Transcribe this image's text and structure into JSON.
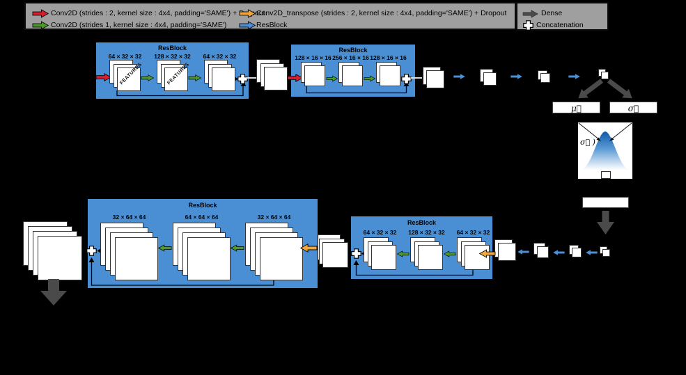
{
  "legend": {
    "items": [
      {
        "name": "conv2d-strided",
        "label": "Conv2D (strides : 2, kernel size : 4x4, padding='SAME') + Dropout"
      },
      {
        "name": "conv2d",
        "label": "Conv2D (strides 1, kernel size : 4x4, padding='SAME')"
      },
      {
        "name": "conv2d-transpose",
        "label": "Conv2D_transpose (strides : 2, kernel size : 4x4, padding='SAME') + Dropout"
      },
      {
        "name": "resblock",
        "label": "ResBlock"
      },
      {
        "name": "dense",
        "label": "Dense"
      },
      {
        "name": "concatenation",
        "label": "Concatenation"
      }
    ]
  },
  "encoder": {
    "resblock1": {
      "title": "ResBlock",
      "dims": [
        "64 × 32 × 32",
        "128 × 32 × 32",
        "64 × 32 × 32"
      ],
      "sheet_label": "FEATURES"
    },
    "resblock2": {
      "title": "ResBlock",
      "dims": [
        "128 × 16 × 16",
        "256 × 16 × 16",
        "128 × 16 × 16"
      ]
    }
  },
  "decoder": {
    "resblock_large": {
      "title": "ResBlock",
      "dims": [
        "32 × 64 × 64",
        "64 × 64 × 64",
        "32 × 64 × 64"
      ]
    },
    "resblock_small": {
      "title": "ResBlock",
      "dims": [
        "64 × 32 × 32",
        "128 × 32 × 32",
        "64 × 32 × 32"
      ]
    }
  },
  "latent": {
    "mu": "μ⃗",
    "sigma": "σ⃗",
    "gaussian_label": "σ⃗ )"
  },
  "colors": {
    "background": "#000000",
    "legend_bg": "#9f9f9f",
    "resblock_bg": "#4a8fd3",
    "conv2d_strided_arrow": "#d6202f",
    "conv2d_arrow": "#4d9a2b",
    "conv2d_transpose_arrow": "#f3a73b",
    "resblock_arrow": "#4a90d9",
    "dense_arrow": "#4a4a4a",
    "gaussian_blue": "#0f5aa8"
  }
}
